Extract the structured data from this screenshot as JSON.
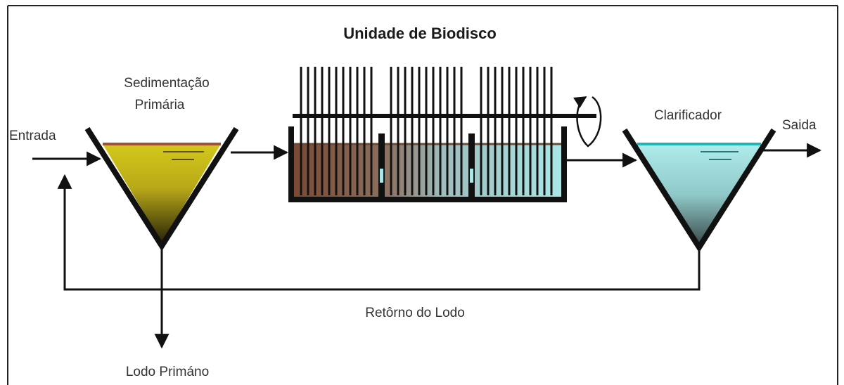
{
  "diagram": {
    "title": "Unidade de Biodisco",
    "labels": {
      "primary_line1": "Sedimentação",
      "primary_line2": "Primária",
      "inlet": "Entrada",
      "clarifier": "Clarificador",
      "outlet": "Saida",
      "sludge_return": "Retôrno do Lodo",
      "primary_sludge": "Lodo Primáno"
    },
    "colors": {
      "primary_liquid_top": "#d4c81a",
      "primary_liquid_bottom": "#2a2408",
      "primary_surface": "#a0522d",
      "biodisc_brown": "#7a4a34",
      "biodisc_teal": "#a9e6e6",
      "clarifier_liquid_top": "#b0ecec",
      "clarifier_liquid_bottom": "#3a4848",
      "clarifier_surface": "#20b5b5",
      "line": "#111111"
    }
  }
}
